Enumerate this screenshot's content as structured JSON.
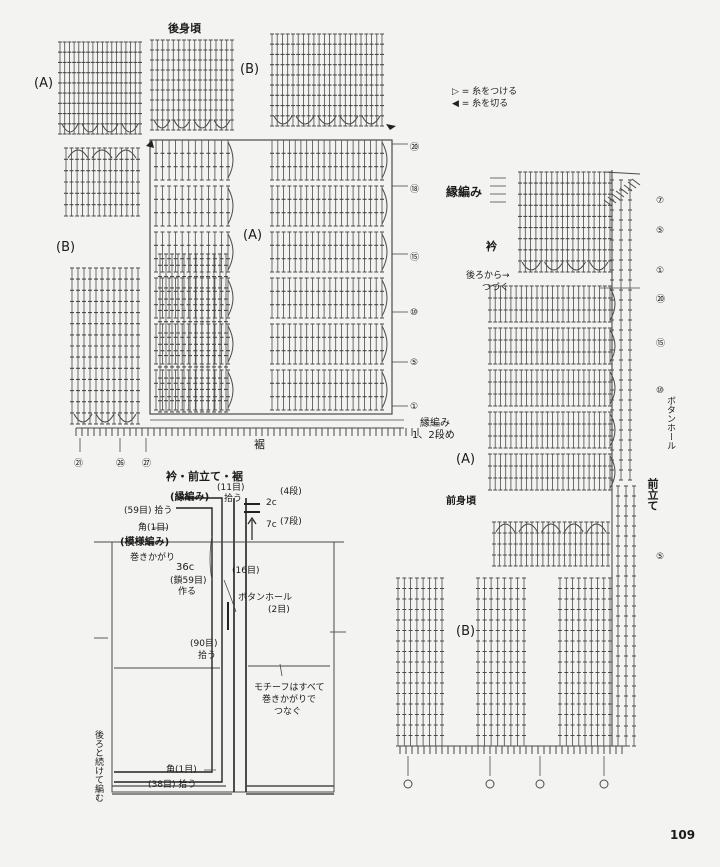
{
  "page_number": "109",
  "legend": {
    "attach": "▷ = 糸をつける",
    "cut": "◀ = 糸を切る"
  },
  "back_body": {
    "title": "後身頃",
    "label_A": "(A)",
    "label_B": "(B)",
    "center_A": "(A)",
    "side_B": "(B)",
    "hem": "裾",
    "edge_note_1": "縁編み",
    "edge_note_2": "1、2段め",
    "row_numbers": [
      "⑳",
      "⑱",
      "⑮",
      "⑩",
      "⑤",
      "①"
    ],
    "bottom_numbers": [
      "㉑",
      "㉖",
      "㉗"
    ]
  },
  "front_body": {
    "title": "前身頃",
    "edging": "縁編み",
    "collar": "衿",
    "continue": "後ろから→",
    "continue2": "つづく",
    "label_A": "(A)",
    "label_B": "(B)",
    "placket": "前立て",
    "buttonhole": "ボタンホール",
    "row_numbers": [
      "⑦",
      "⑤",
      "①",
      "⑳",
      "⑮",
      "⑩",
      "⑤"
    ]
  },
  "schematic": {
    "title": "衿・前立て・裾",
    "edging": "(縁編み)",
    "pattern": "(模様編み)",
    "pick11": "(11目)",
    "pick11b": "拾う",
    "pick59": "(59目) 拾う",
    "corner1": "角(1目)",
    "turn": "巻きかがり",
    "width": "36c",
    "chain": "(鎖59目)",
    "make": "作る",
    "sts16": "(16目)",
    "buttonhole": "ボタンホール",
    "buttonhole_n": "(2目)",
    "pick90": "(90目)",
    "pick90b": "拾う",
    "motif1": "モチーフはすべて",
    "motif2": "巻きかがりで",
    "motif3": "つなぐ",
    "corner_bottom": "角(1目)",
    "pick38": "(38目) 拾う",
    "continue_back": "後ろと続けて編む",
    "dim_2c": "2c",
    "dim_4": "(4段)",
    "dim_7c": "7c",
    "dim_7": "(7段)"
  }
}
